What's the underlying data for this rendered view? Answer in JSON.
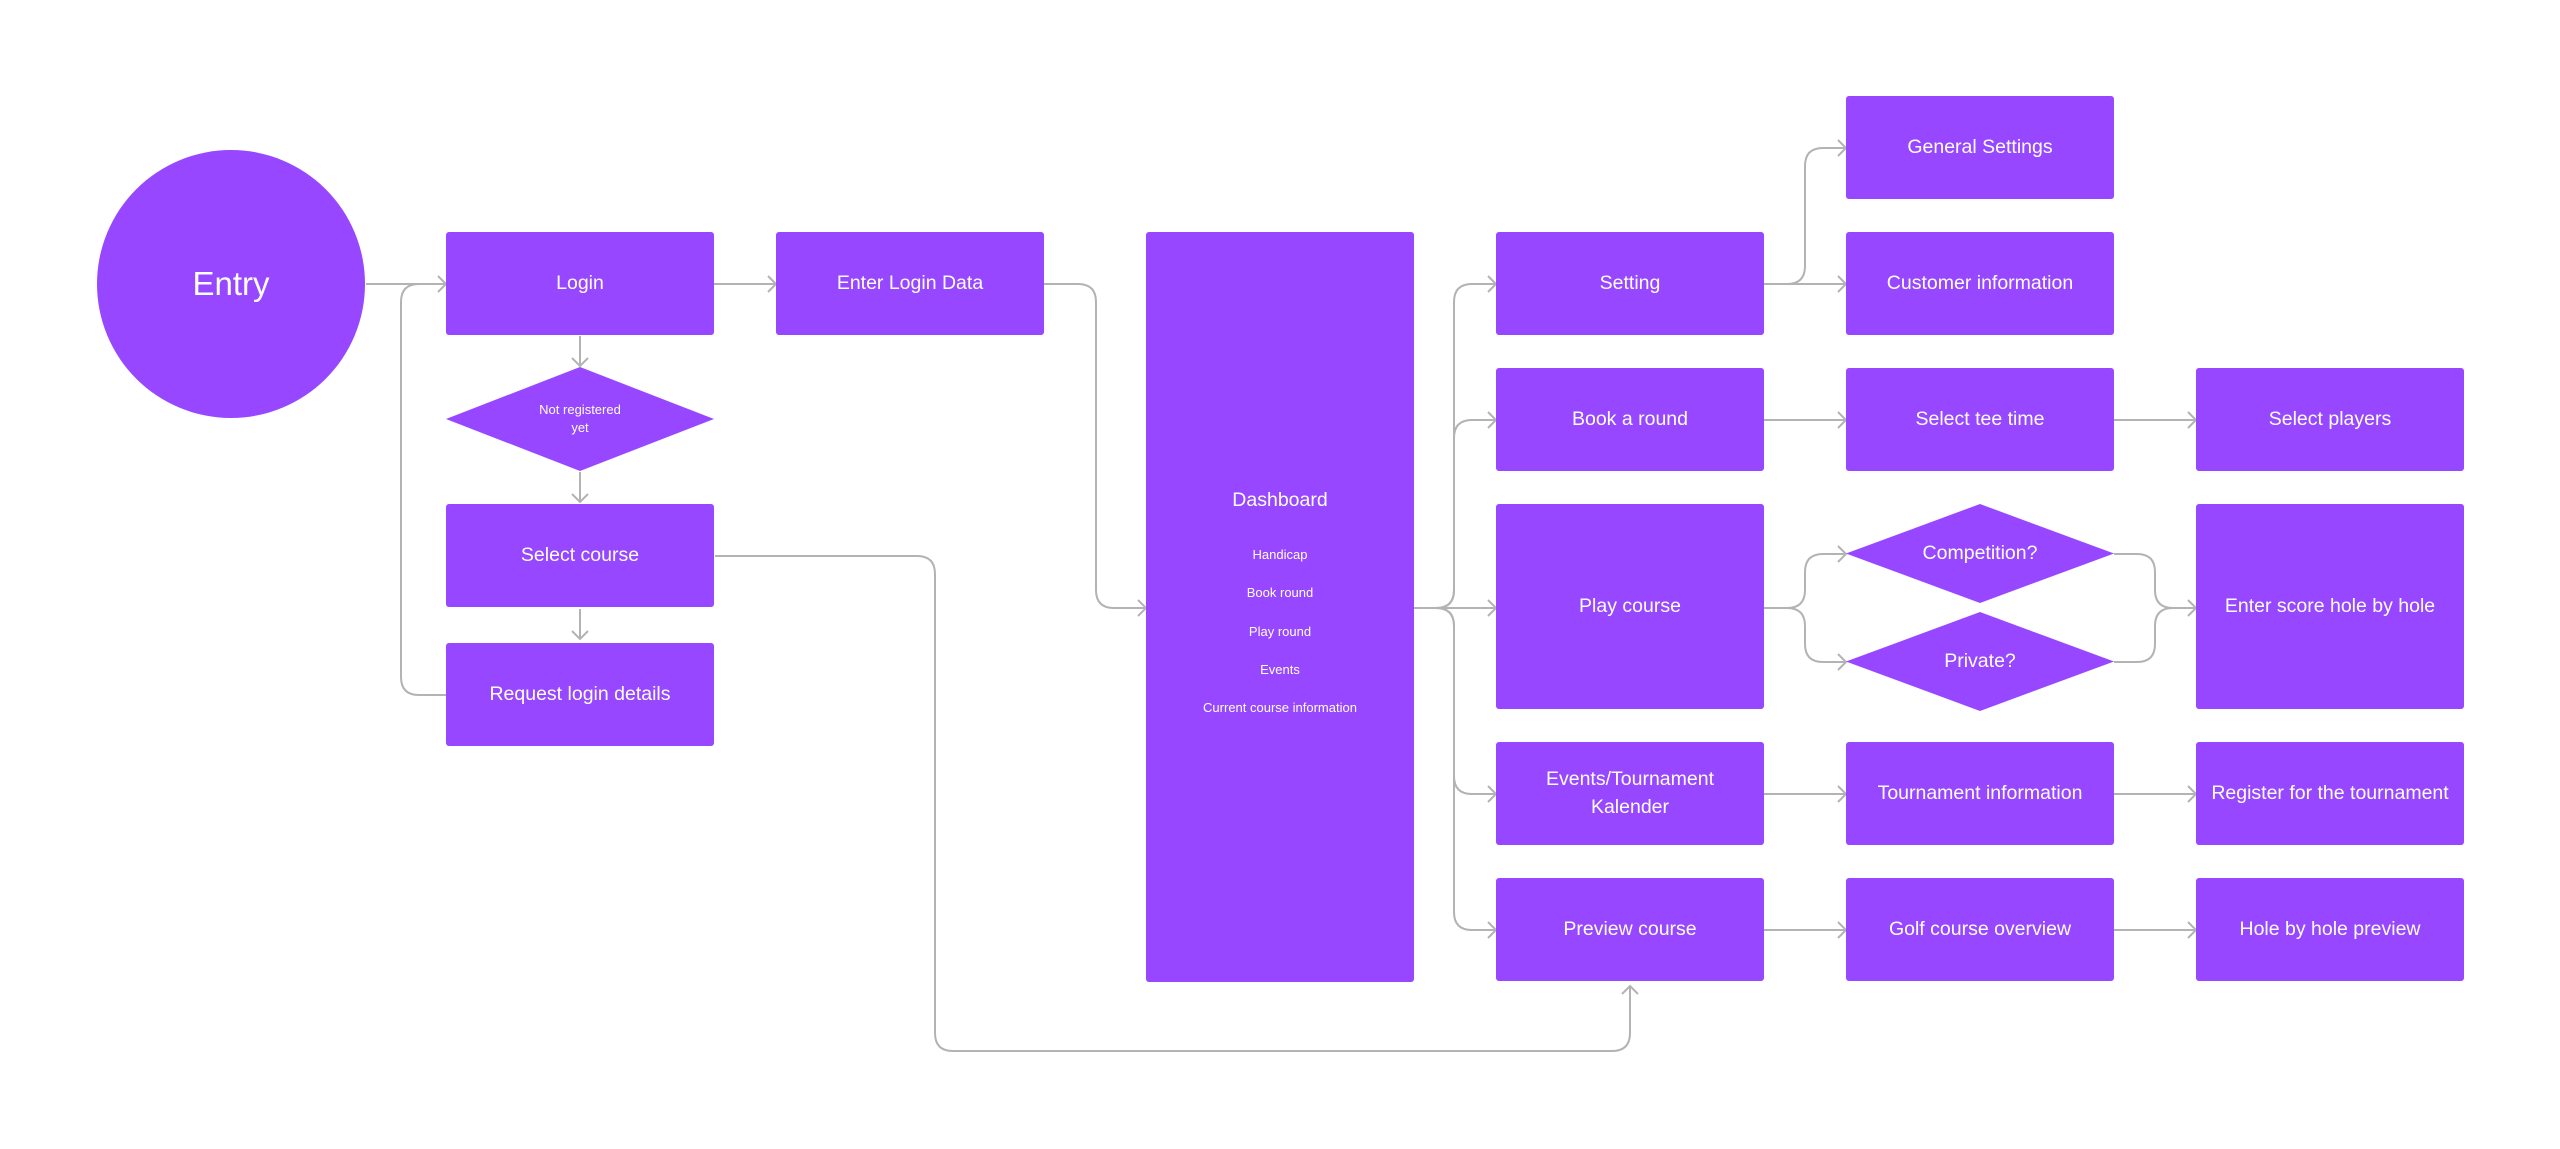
{
  "colors": {
    "node": "#9747ff",
    "connector": "#b3b3b3",
    "text": "#ffffff",
    "background": "#ffffff"
  },
  "nodes": {
    "entry": "Entry",
    "login": "Login",
    "not_registered": "Not registered\nyet",
    "select_course": "Select course",
    "request_login": "Request login details",
    "enter_login": "Enter Login Data",
    "dashboard": {
      "title": "Dashboard",
      "items": [
        "Handicap",
        "Book round",
        "Play round",
        "Events",
        "Current course information"
      ]
    },
    "setting": "Setting",
    "book_round": "Book a round",
    "play_course": "Play course",
    "events": "Events/Tournament\nKalender",
    "preview_course": "Preview course",
    "general_settings": "General Settings",
    "customer_info": "Customer information",
    "select_tee": "Select tee time",
    "competition": "Competition?",
    "private": "Private?",
    "tournament_info": "Tournament information",
    "golf_overview": "Golf course overview",
    "select_players": "Select players",
    "enter_score": "Enter score hole by hole",
    "register_tournament": "Register for the tournament",
    "hole_preview": "Hole by hole preview"
  }
}
